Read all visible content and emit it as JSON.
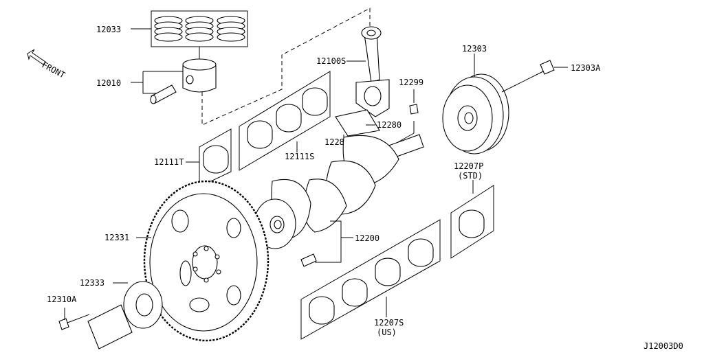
{
  "diagram": {
    "code": "J12003D0",
    "direction_label": "FRONT",
    "callouts": {
      "piston_rings": "12033",
      "piston": "12010",
      "connecting_rod": "12100S",
      "main_bearing_upper": "12111T",
      "main_bearing_set": "12111S",
      "conrod_bearing_a": "12280",
      "conrod_bearing_b": "12280",
      "pin": "12299",
      "pulley": "12303",
      "pulley_bolt": "12303A",
      "bearing_std_code": "12207P",
      "bearing_std_sub": "(STD)",
      "crankshaft": "12200",
      "flywheel": "12331",
      "plate": "12333",
      "flywheel_bolt": "12310A",
      "bearing_us_code": "12207S",
      "bearing_us_sub": "(US)"
    }
  }
}
